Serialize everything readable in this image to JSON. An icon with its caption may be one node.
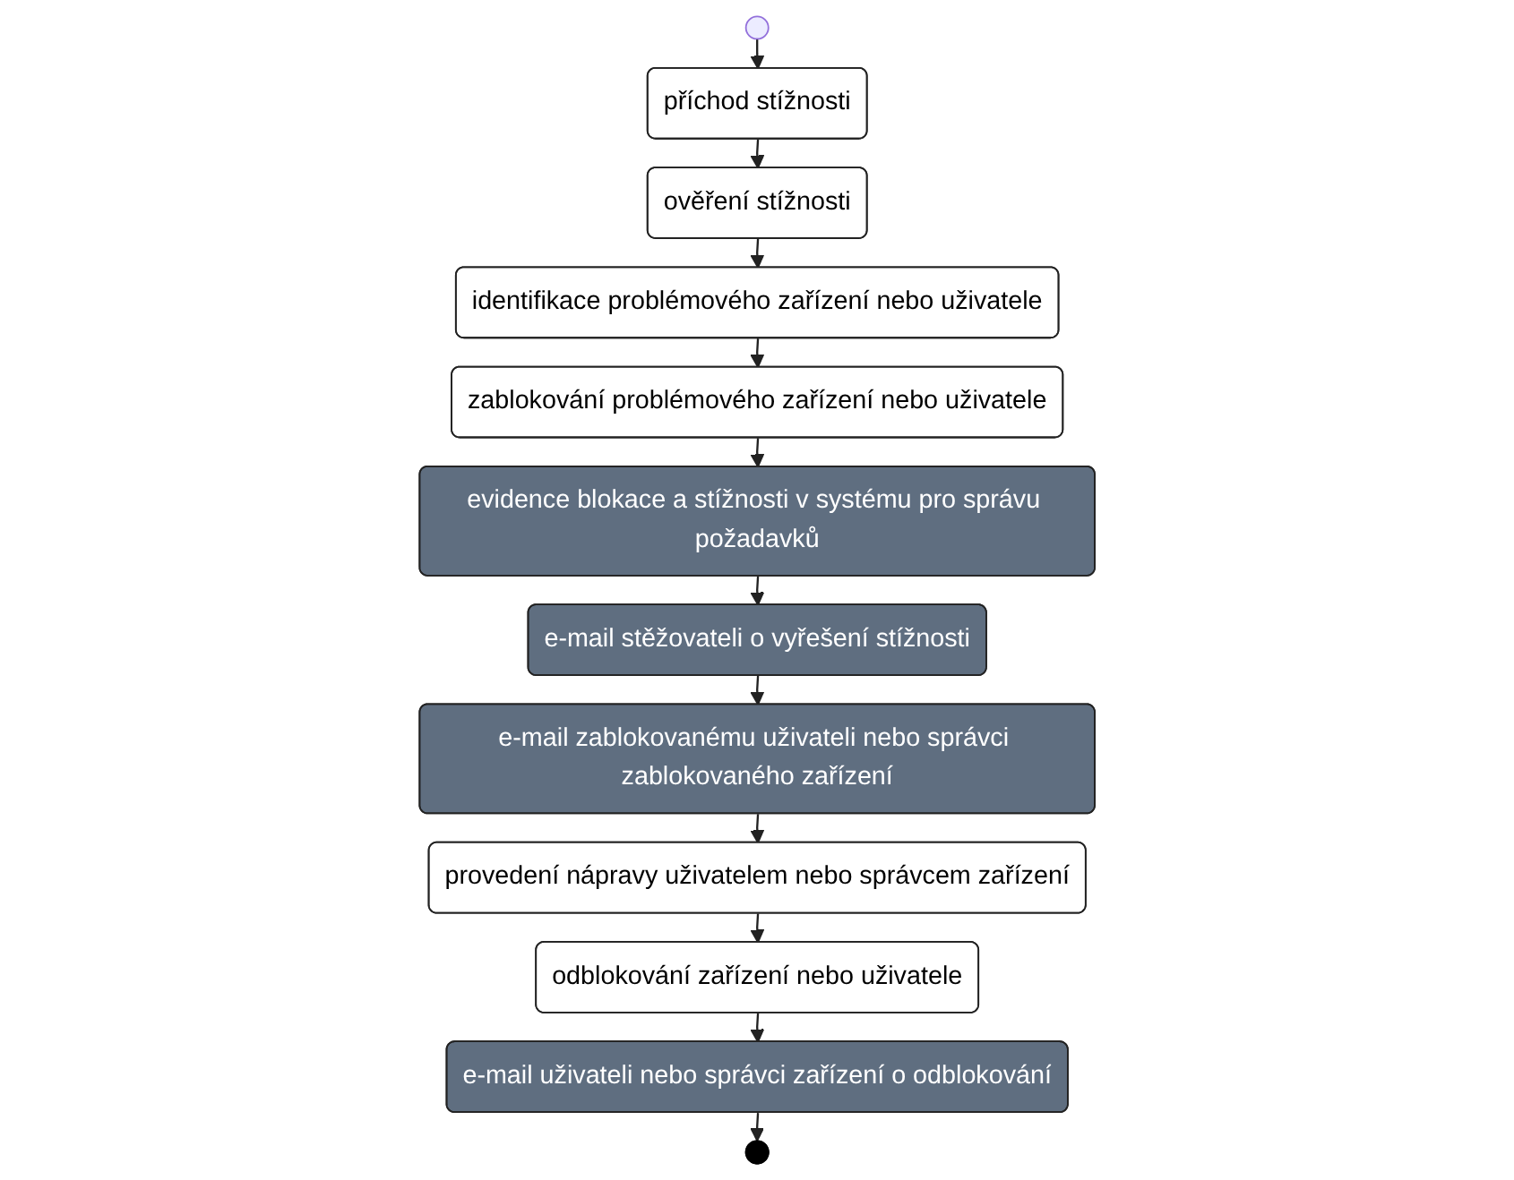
{
  "diagram": {
    "nodes": [
      {
        "text": [],
        "shape": "circle"
      },
      {
        "text": [
          "příchod stížnosti"
        ]
      },
      {
        "text": [
          "ověření stížnosti"
        ]
      },
      {
        "text": [
          "identifikace problémového zařízení nebo uživatele"
        ]
      },
      {
        "text": [
          "zablokování problémového zařízení nebo uživatele"
        ]
      },
      {
        "text": [
          "evidence blokace a stížnosti v systému pro správu požadavků"
        ]
      },
      {
        "text": [
          "e-mail stěžovateli o vyřešení stížnosti"
        ]
      },
      {
        "text": [
          "e-mail zablokovanému uživateli nebo správci zablokovaného zařízení"
        ]
      },
      {
        "text": [
          "provedení nápravy uživatelem nebo správcem zařízení"
        ]
      },
      {
        "text": [
          "odblokování zařízení nebo uživatele"
        ]
      },
      {
        "text": [
          "e-mail uživateli nebo správci zařízení o odblokování"
        ]
      },
      {
        "text": [],
        "shape": "circle"
      }
    ],
    "edges": [
      {
        "from": 0,
        "to": 1,
        "arrow": "to"
      },
      {
        "from": 1,
        "to": 2,
        "arrow": "to"
      },
      {
        "from": 2,
        "to": 3,
        "arrow": "to"
      },
      {
        "from": 3,
        "to": 4,
        "arrow": "to"
      },
      {
        "from": 4,
        "to": 5,
        "arrow": "to"
      },
      {
        "from": 5,
        "to": 6,
        "arrow": "to"
      },
      {
        "from": 6,
        "to": 7,
        "arrow": "to"
      },
      {
        "from": 7,
        "to": 8,
        "arrow": "to"
      },
      {
        "from": 8,
        "to": 9,
        "arrow": "to"
      },
      {
        "from": 9,
        "to": 10,
        "arrow": "to"
      },
      {
        "from": 10,
        "to": 11,
        "arrow": "to"
      }
    ]
  }
}
